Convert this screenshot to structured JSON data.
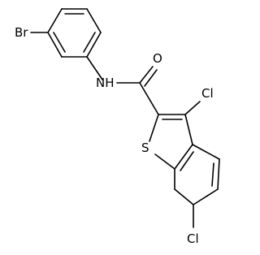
{
  "structure": {
    "atom_labels": {
      "bromine": "Br",
      "amide_nh": "NH",
      "oxygen": "O",
      "sulfur": "S",
      "chlorine_3": "Cl",
      "chlorine_6": "Cl"
    },
    "colors": {
      "bond": "#000000",
      "label": "#000000",
      "background": "#ffffff"
    }
  }
}
